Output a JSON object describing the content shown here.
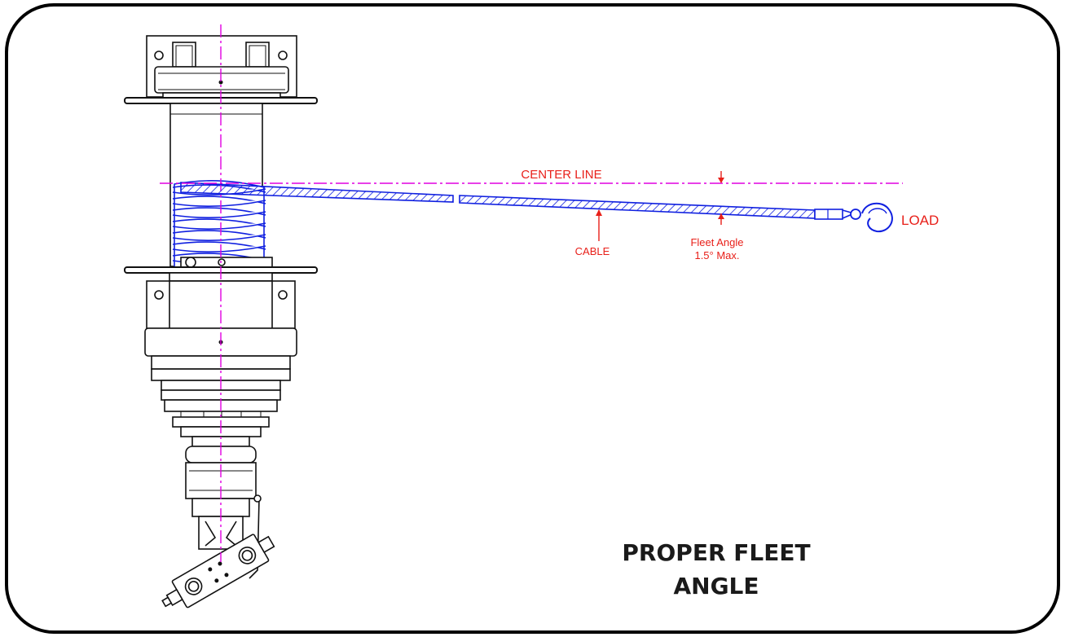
{
  "diagram": {
    "title_line1": "PROPER FLEET",
    "title_line2": "ANGLE",
    "labels": {
      "center_line": "CENTER LINE",
      "cable": "CABLE",
      "fleet_angle_line1": "Fleet  Angle",
      "fleet_angle_line2": "1.5° Max.",
      "load": "LOAD"
    },
    "colors": {
      "frame": "#000000",
      "outline": "#111111",
      "center_line": "#e000e0",
      "cable": "#1020e0",
      "annotation": "#e8201a"
    },
    "fleet_angle_max_deg": 1.5
  }
}
